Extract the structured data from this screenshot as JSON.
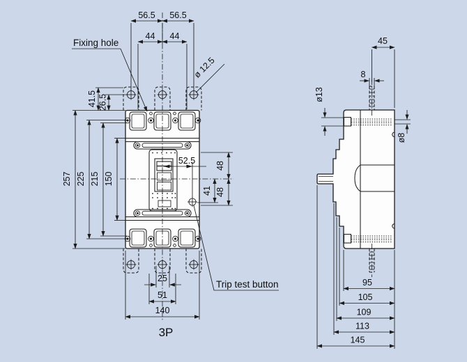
{
  "colors": {
    "background": "#ccd8ea",
    "line": "#1c1c1c",
    "body_fill": "#fdfdfd"
  },
  "front": {
    "label_fixing_hole": "Fixing hole",
    "label_trip_test": "Trip test button",
    "label_poles": "3P",
    "dim_lug_pitch_left": "56.5",
    "dim_lug_pitch_right": "56.5",
    "dim_pole_pitch_left": "44",
    "dim_pole_pitch_right": "44",
    "dim_lug_hole_dia": "ø 12.5",
    "dim_lug_height": "41.5",
    "dim_lug_hole_offset": "26.5",
    "dim_overall_height": "257",
    "dim_mount_pitch_outer": "225",
    "dim_mount_pitch_inner": "215",
    "dim_cover_height": "150",
    "dim_center_to_trip": "52.5",
    "dim_escutcheon_upper": "48",
    "dim_center_to_trip_v": "41",
    "dim_escutcheon_lower": "48",
    "dim_terminal_width": "25",
    "dim_lug_slot_pitch": "51",
    "dim_overall_width": "140"
  },
  "side": {
    "dim_stud_to_back": "45",
    "dim_stud_dia": "8",
    "dim_terminal_hole_outer": "ø13",
    "dim_terminal_hole_inner": "ø8",
    "dim_depth_base": "95",
    "dim_depth_step": "105",
    "dim_depth_cover": "109",
    "dim_depth_escutcheon": "113",
    "dim_depth_overall": "145"
  }
}
